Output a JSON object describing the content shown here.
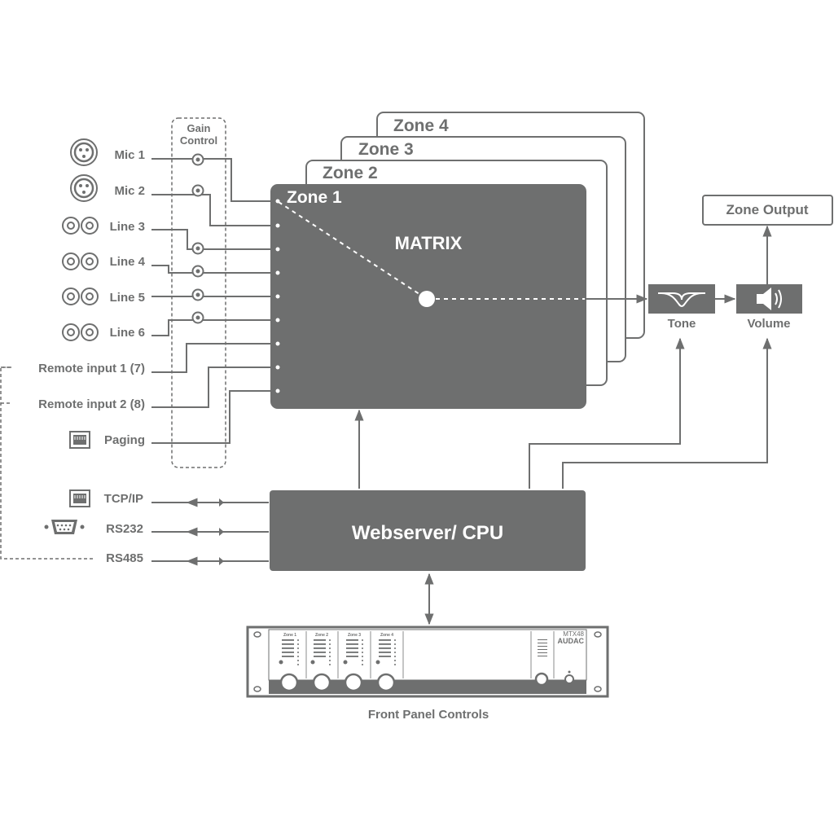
{
  "gain_control": {
    "label_line1": "Gain",
    "label_line2": "Control"
  },
  "inputs": [
    {
      "label": "Mic 1",
      "icon": "xlr-icon"
    },
    {
      "label": "Mic 2",
      "icon": "xlr-icon"
    },
    {
      "label": "Line 3",
      "icon": "rca-pair-icon"
    },
    {
      "label": "Line 4",
      "icon": "rca-pair-icon"
    },
    {
      "label": "Line 5",
      "icon": "rca-pair-icon"
    },
    {
      "label": "Line 6",
      "icon": "rca-pair-icon"
    },
    {
      "label": "Remote input 1 (7)",
      "icon": ""
    },
    {
      "label": "Remote input 2 (8)",
      "icon": ""
    },
    {
      "label": "Paging",
      "icon": "rj45-icon"
    }
  ],
  "zones": {
    "zone1": "Zone 1",
    "zone2": "Zone 2",
    "zone3": "Zone 3",
    "zone4": "Zone 4"
  },
  "matrix_label": "MATRIX",
  "tone_label": "Tone",
  "volume_label": "Volume",
  "zone_output_label": "Zone Output",
  "cpu_label": "Webserver/ CPU",
  "interfaces": [
    {
      "label": "TCP/IP",
      "icon": "rj45-icon"
    },
    {
      "label": "RS232",
      "icon": "db9-icon"
    },
    {
      "label": "RS485",
      "icon": ""
    }
  ],
  "front_panel": {
    "caption": "Front Panel Controls",
    "model": "MTX48",
    "brand": "AUDAC",
    "zone_labels": [
      "Zone 1",
      "Zone 2",
      "Zone 3",
      "Zone 4"
    ]
  },
  "colors": {
    "primary": "#6e6f6f",
    "background": "#ffffff"
  }
}
